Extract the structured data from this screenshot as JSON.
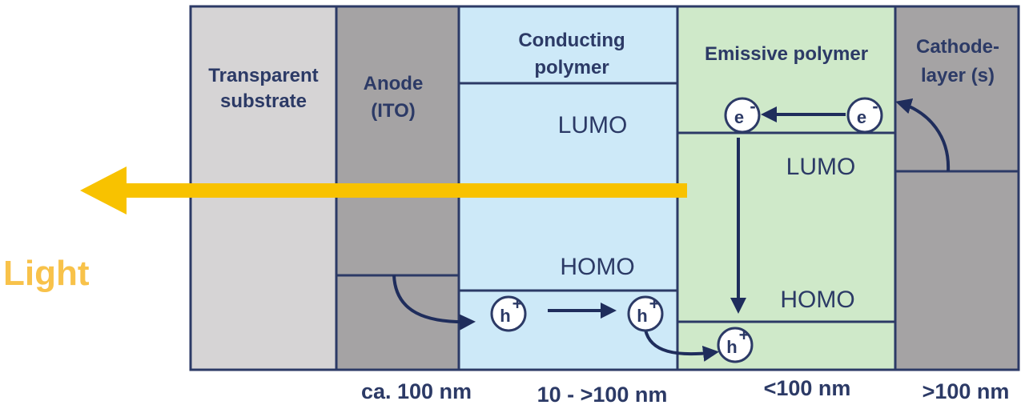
{
  "layers": {
    "substrate": {
      "title_l1": "Transparent",
      "title_l2": "substrate",
      "color": "#d6d4d5"
    },
    "anode": {
      "title_l1": "Anode",
      "title_l2": "(ITO)",
      "color": "#a5a3a4"
    },
    "conducting": {
      "title_l1": "Conducting",
      "title_l2": "polymer",
      "lumo": "LUMO",
      "homo": "HOMO",
      "color": "#cde9f8"
    },
    "emissive": {
      "title": "Emissive polymer",
      "lumo": "LUMO",
      "homo": "HOMO",
      "color": "#cfe9c9"
    },
    "cathode": {
      "title_l1": "Cathode-",
      "title_l2": "layer (s)",
      "color": "#a5a3a4"
    }
  },
  "thicknesses": {
    "anode": "ca. 100 nm",
    "conducting": "10 - >100 nm",
    "emissive": "<100 nm",
    "cathode": ">100 nm"
  },
  "charges": {
    "electron": "e",
    "electron_sign": "-",
    "hole": "h",
    "hole_sign": "+"
  },
  "light": {
    "label": "Light",
    "color": "#f8c200"
  },
  "colors": {
    "outline": "#2c3a66",
    "arrow": "#1f2d5c"
  }
}
